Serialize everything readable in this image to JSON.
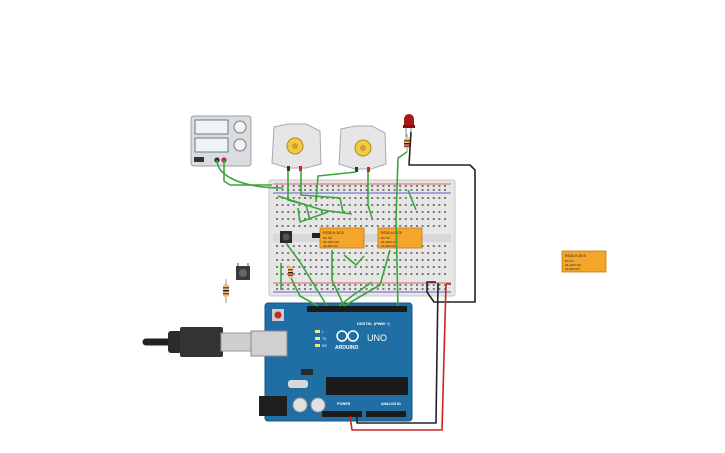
{
  "relay_1": {
    "part": "RS30-H-DC5",
    "line1": "DC 5V",
    "line2": "3A 120V AC",
    "line3": "2A 28V DC"
  },
  "relay_2": {
    "part": "RS30-H-DC5",
    "line1": "DC 5V",
    "line2": "3A 120V AC",
    "line3": "2A 28V DC"
  },
  "relay_3": {
    "part": "RS30-H-DC5",
    "line1": "DC 5V",
    "line2": "3A 120V AC",
    "line3": "2A 28V DC"
  },
  "arduino": {
    "brand": "ARDUINO",
    "model": "UNO",
    "digital_label": "DIGITAL (PWM ~)",
    "power_label": "POWER",
    "analog_label": "ANALOG IN",
    "tx_label": "TX",
    "rx_label": "RX",
    "l_label": "L"
  },
  "colors": {
    "wire_green": "#3aa63a",
    "wire_black": "#222222",
    "wire_red": "#cc2222",
    "board_blue": "#1f6fa5",
    "relay_orange": "#f4a62a",
    "breadboard": "#e6e6e6"
  }
}
